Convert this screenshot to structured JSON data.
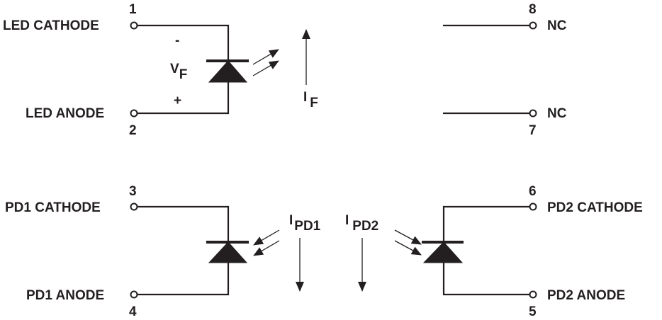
{
  "pins": {
    "p1": {
      "number": "1",
      "label": "LED CATHODE"
    },
    "p2": {
      "number": "2",
      "label": "LED ANODE"
    },
    "p3": {
      "number": "3",
      "label": "PD1 CATHODE"
    },
    "p4": {
      "number": "4",
      "label": "PD1 ANODE"
    },
    "p5": {
      "number": "5",
      "label": "PD2 ANODE"
    },
    "p6": {
      "number": "6",
      "label": "PD2 CATHODE"
    },
    "p7": {
      "number": "7",
      "label": "NC"
    },
    "p8": {
      "number": "8",
      "label": "NC"
    }
  },
  "annotations": {
    "minus": "-",
    "plus": "+",
    "vf_main": "V",
    "vf_sub": "F",
    "if_main": "I",
    "if_sub": "F",
    "ipd1_main": "I",
    "ipd1_sub": "PD1",
    "ipd2_main": "I",
    "ipd2_sub": "PD2"
  }
}
